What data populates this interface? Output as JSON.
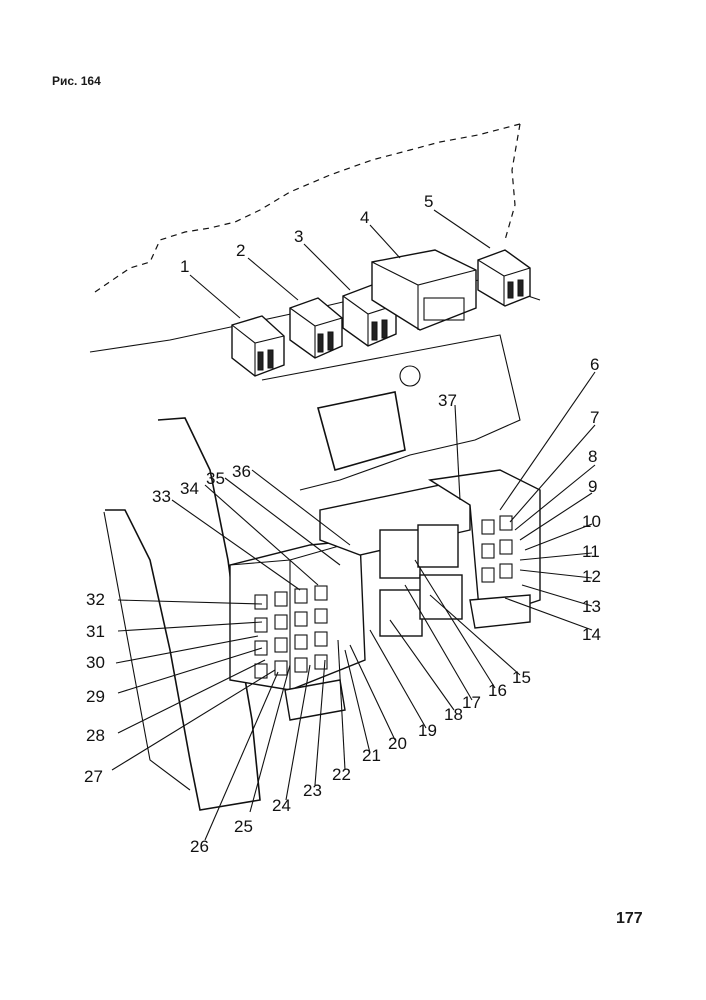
{
  "caption": "Рис. 164",
  "page_number": "177",
  "callouts": [
    "1",
    "2",
    "3",
    "4",
    "5",
    "6",
    "7",
    "8",
    "9",
    "10",
    "11",
    "12",
    "13",
    "14",
    "15",
    "16",
    "17",
    "18",
    "19",
    "20",
    "21",
    "22",
    "23",
    "24",
    "25",
    "26",
    "27",
    "28",
    "29",
    "30",
    "31",
    "32",
    "33",
    "34",
    "35",
    "36",
    "37"
  ]
}
